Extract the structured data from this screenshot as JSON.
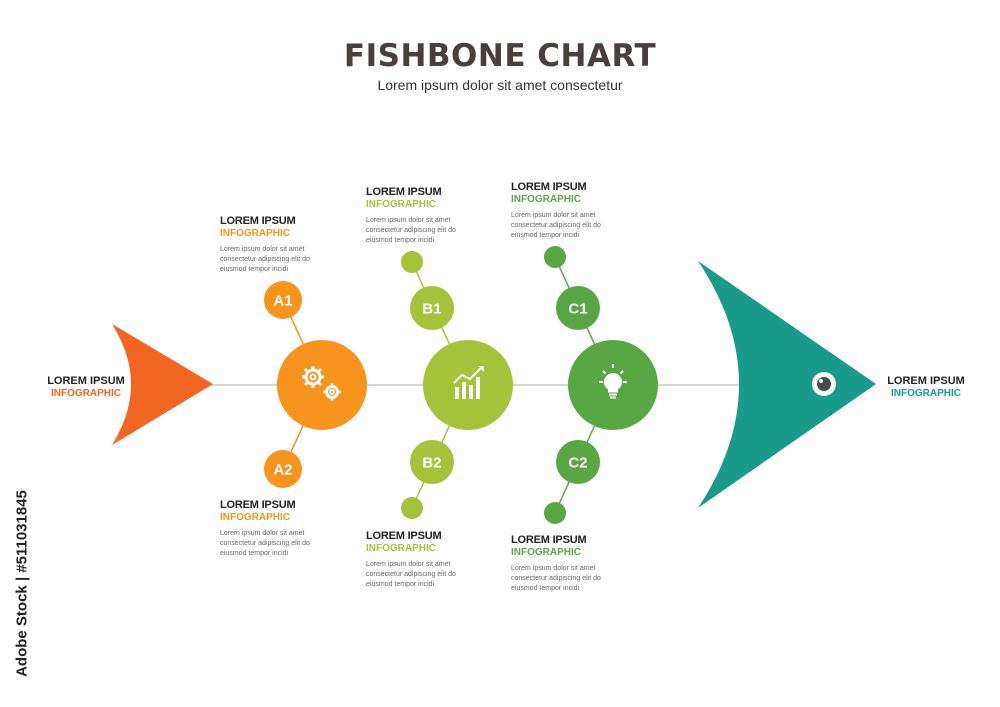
{
  "header": {
    "title": "FISHBONE CHART",
    "subtitle": "Lorem ipsum dolor sit amet consectetur"
  },
  "tail": {
    "title": "LOREM IPSUM",
    "subtitle": "INFOGRAPHIC",
    "color": "#f26522"
  },
  "head": {
    "title": "LOREM IPSUM",
    "subtitle": "INFOGRAPHIC",
    "color": "#1a9a8a"
  },
  "groups": [
    {
      "icon": "gears-icon",
      "color": "#f7941d",
      "top": {
        "node": "A1",
        "title": "LOREM IPSUM",
        "subtitle": "INFOGRAPHIC",
        "body": "Lorem ipsum dolor sit amet consectetur adipiscing elit do eiusmod tempor incidi"
      },
      "bottom": {
        "node": "A2",
        "title": "LOREM IPSUM",
        "subtitle": "INFOGRAPHIC",
        "body": "Lorem ipsum dolor sit amet consectetur adipiscing elit do eiusmod tempor incidi"
      }
    },
    {
      "icon": "growth-chart-icon",
      "color": "#a6c13a",
      "top": {
        "node": "B1",
        "title": "LOREM IPSUM",
        "subtitle": "INFOGRAPHIC",
        "body": "Lorem ipsum dolor sit amet consectetur adipiscing elit do eiusmod tempor incidi"
      },
      "bottom": {
        "node": "B2",
        "title": "LOREM IPSUM",
        "subtitle": "INFOGRAPHIC",
        "body": "Lorem ipsum dolor sit amet consectetur adipiscing elit do eiusmod tempor incidi"
      }
    },
    {
      "icon": "lightbulb-icon",
      "color": "#58a744",
      "top": {
        "node": "C1",
        "title": "LOREM IPSUM",
        "subtitle": "INFOGRAPHIC",
        "body": "Lorem ipsum dolor sit amet consectetur adipiscing elit do eiusmod tempor incidi"
      },
      "bottom": {
        "node": "C2",
        "title": "LOREM IPSUM",
        "subtitle": "INFOGRAPHIC",
        "body": "Lorem ipsum dolor sit amet consectetur adipiscing elit do eiusmod tempor incidi"
      }
    }
  ],
  "stock_id": "Adobe Stock | #511031845"
}
